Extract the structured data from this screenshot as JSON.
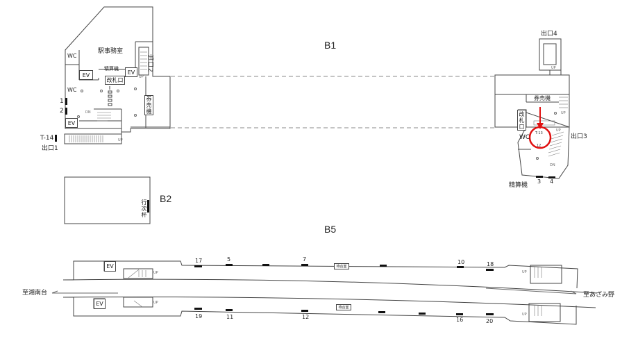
{
  "floors": {
    "b1": "B1",
    "b2": "B2",
    "b5": "B5"
  },
  "b1_west": {
    "station_office": "駅事務室",
    "wc_top": "WC",
    "wc_mid": "WC",
    "ev_top": "EV",
    "ev_right": "EV",
    "ev_bottom": "EV",
    "fare_adjust": "精算機",
    "ticket_gate": "改札口",
    "ticket_machine": "券売機",
    "exit2": "出口2",
    "exit1": "出口1",
    "board1": "1",
    "board2": "2",
    "board_t14": "T-14",
    "up": "UP",
    "dn": "DN"
  },
  "b1_east": {
    "exit4": "出口4",
    "exit3": "出口3",
    "ticket_machine": "券売機",
    "ticket_gate": "改札口",
    "wc": "WC",
    "fare_adjust": "精算機",
    "board_t13": "T-13",
    "board12": "12",
    "board3": "3",
    "board4": "4",
    "up": "UP",
    "dn": "DN"
  },
  "b2": {
    "sign": "行次杯"
  },
  "b5": {
    "to_west": "至湘南台",
    "to_east": "至あざみ野",
    "ev_top": "EV",
    "ev_bottom": "EV",
    "waiting_room": "待合室",
    "up": "UP",
    "top_boards": [
      "17",
      "5",
      "7",
      "10",
      "18"
    ],
    "bottom_boards": [
      "19",
      "11",
      "12",
      "16",
      "20"
    ]
  },
  "colors": {
    "highlight": "#e01010",
    "line": "#444444"
  }
}
